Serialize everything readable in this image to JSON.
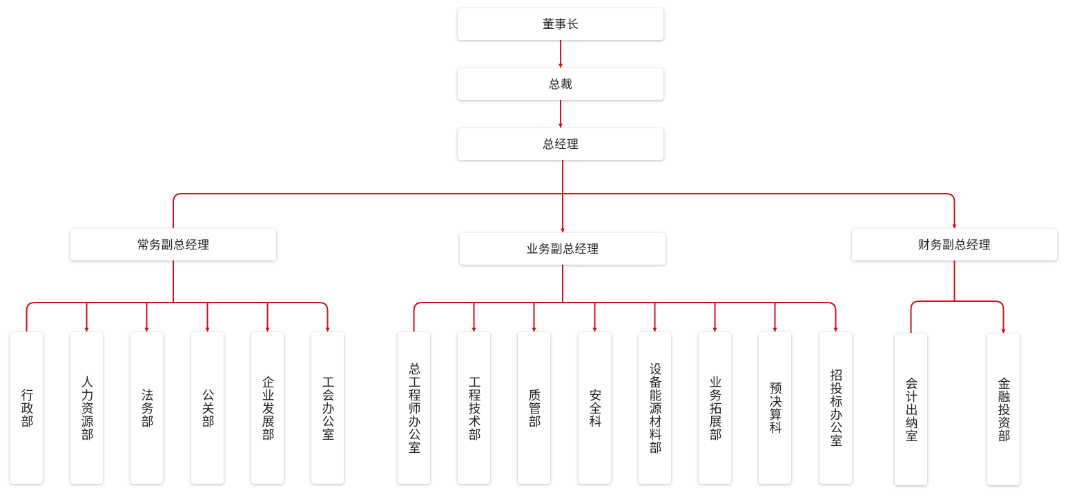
{
  "chart": {
    "line_color": "#d0111b",
    "top": [
      {
        "id": "chairman",
        "label": "董事长"
      },
      {
        "id": "president",
        "label": "总裁"
      },
      {
        "id": "gm",
        "label": "总经理"
      }
    ],
    "vps": [
      {
        "id": "vp-exec",
        "label": "常务副总经理",
        "departments": [
          "行政部",
          "人力资源部",
          "法务部",
          "公关部",
          "企业发展部",
          "工会办公室"
        ]
      },
      {
        "id": "vp-business",
        "label": "业务副总经理",
        "departments": [
          "总工程师办公室",
          "工程技术部",
          "质管部",
          "安全科",
          "设备能源材料部",
          "业务拓展部",
          "预决算科",
          "招投标办公室"
        ]
      },
      {
        "id": "vp-finance",
        "label": "财务副总经理",
        "departments": [
          "会计出纳室",
          "金融投资部"
        ]
      }
    ]
  }
}
